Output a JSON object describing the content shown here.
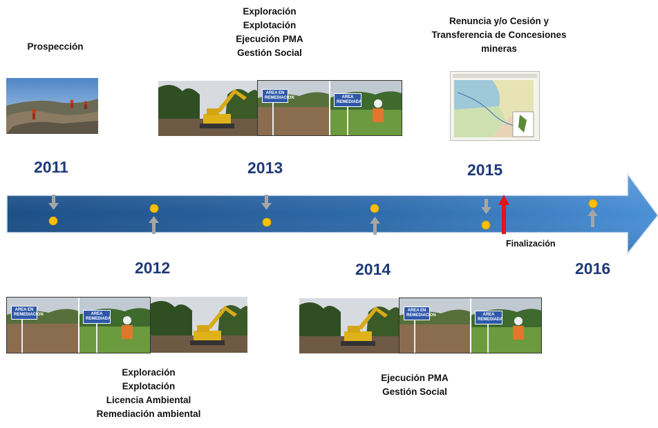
{
  "years": {
    "y2011": "2011",
    "y2012": "2012",
    "y2013": "2013",
    "y2014": "2014",
    "y2015": "2015",
    "y2016": "2016"
  },
  "phases": {
    "p2011": [
      "Prospección"
    ],
    "p2012": [
      "Exploración",
      "Explotación",
      "Licencia Ambiental",
      "Remediación ambiental"
    ],
    "p2013": [
      "Exploración",
      "Explotación",
      "Ejecución PMA",
      "Gestión Social"
    ],
    "p2014": [
      "Ejecución PMA",
      "Gestión Social"
    ],
    "p2015": [
      "Renuncia y/o Cesión y",
      "Transferencia de Concesiones",
      "mineras"
    ]
  },
  "end_marker": {
    "label": "Finalización"
  },
  "signs": {
    "area_remediacion": "AREA EN REMEDIACION",
    "area_remediada": "AREA REMEDIADA"
  },
  "colors": {
    "arrow": "#3d7fc4",
    "arrow_dark": "#1d4f86",
    "dot": "#ffc000",
    "year_text": "#1f3a78",
    "end_arrow": "#e0161b",
    "pointer": "#a6a6a6"
  }
}
